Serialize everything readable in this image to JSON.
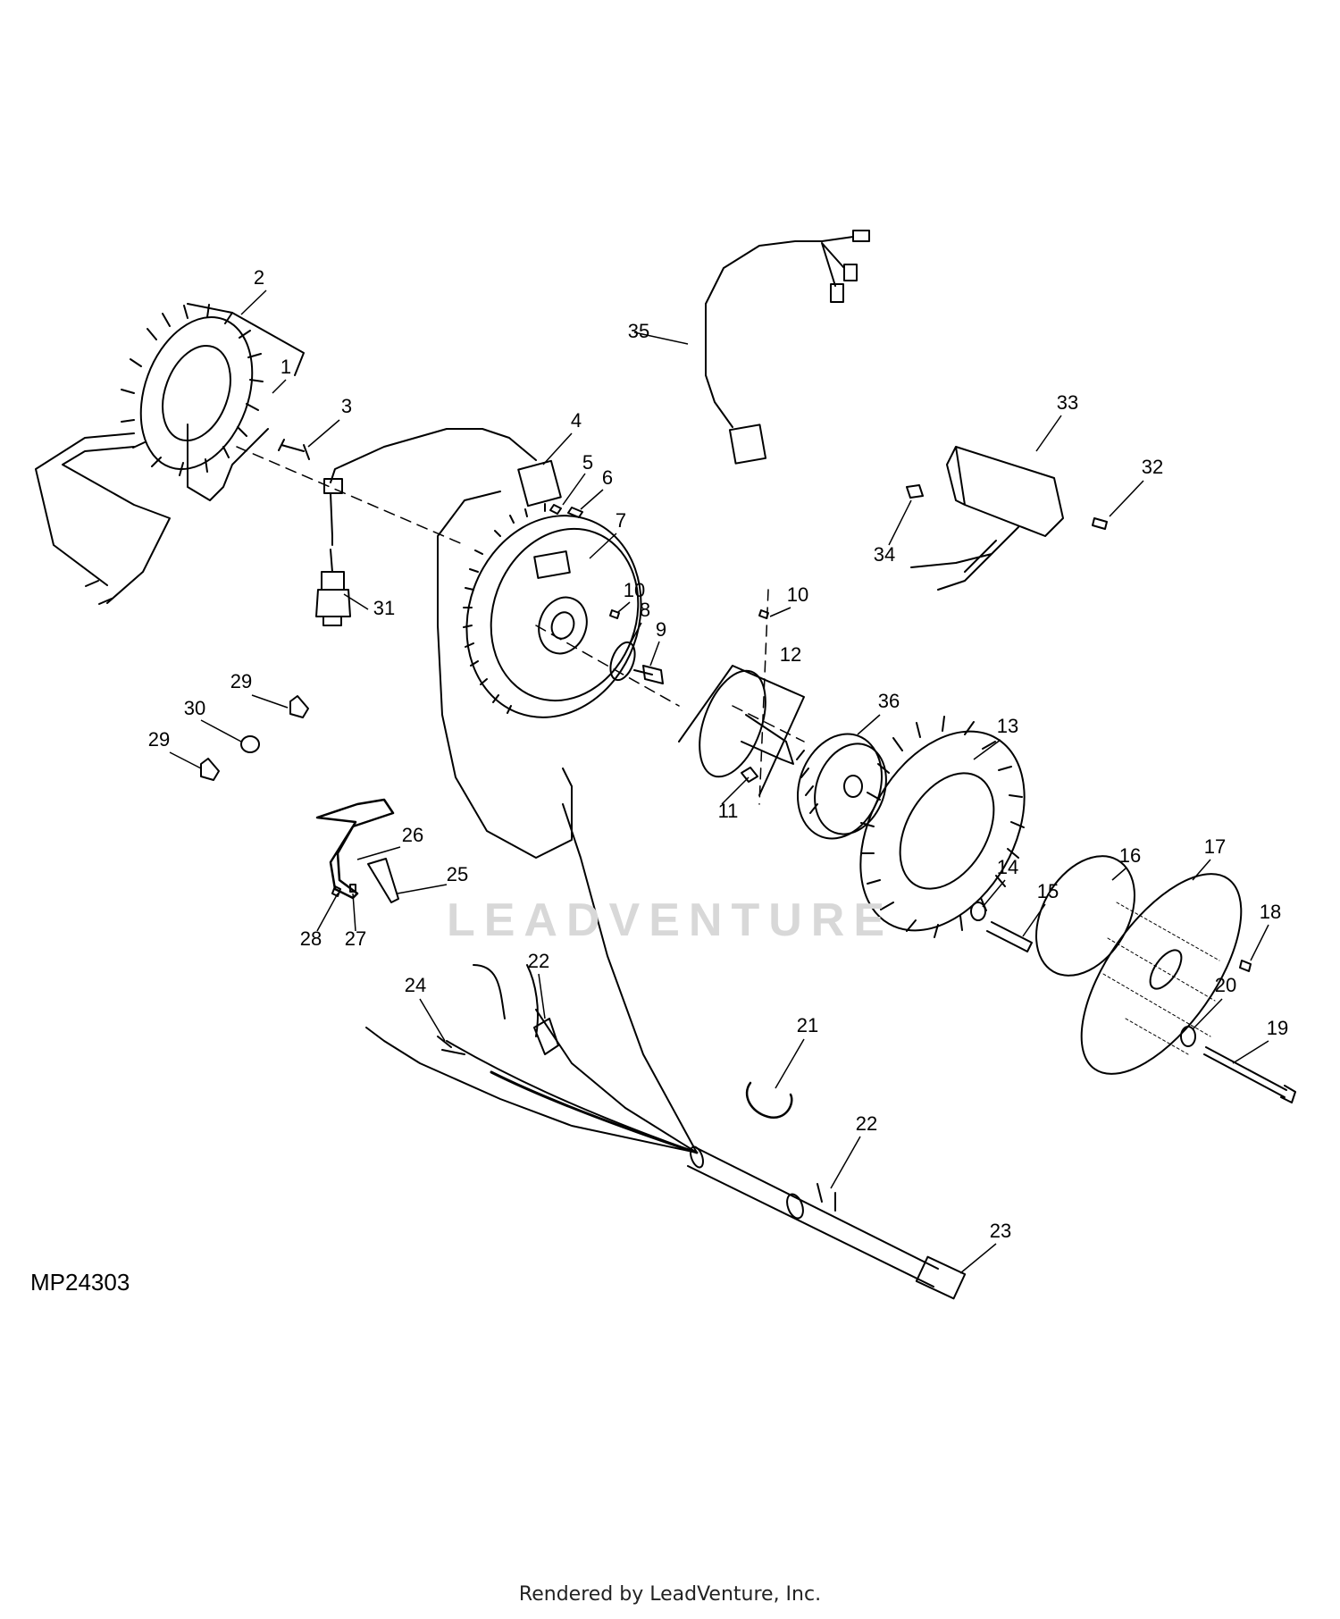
{
  "diagram": {
    "reference_code": "MP24303",
    "watermark": "LEADVENTURE",
    "footer": "Rendered by LeadVenture, Inc.",
    "callouts": [
      {
        "label": "2"
      },
      {
        "label": "1"
      },
      {
        "label": "3"
      },
      {
        "label": "4"
      },
      {
        "label": "5"
      },
      {
        "label": "6"
      },
      {
        "label": "7"
      },
      {
        "label": "10"
      },
      {
        "label": "8"
      },
      {
        "label": "9"
      },
      {
        "label": "10"
      },
      {
        "label": "12"
      },
      {
        "label": "35"
      },
      {
        "label": "33"
      },
      {
        "label": "32"
      },
      {
        "label": "34"
      },
      {
        "label": "31"
      },
      {
        "label": "29"
      },
      {
        "label": "30"
      },
      {
        "label": "29"
      },
      {
        "label": "36"
      },
      {
        "label": "13"
      },
      {
        "label": "11"
      },
      {
        "label": "26"
      },
      {
        "label": "25"
      },
      {
        "label": "28"
      },
      {
        "label": "27"
      },
      {
        "label": "14"
      },
      {
        "label": "15"
      },
      {
        "label": "16"
      },
      {
        "label": "17"
      },
      {
        "label": "18"
      },
      {
        "label": "22"
      },
      {
        "label": "24"
      },
      {
        "label": "20"
      },
      {
        "label": "19"
      },
      {
        "label": "21"
      },
      {
        "label": "22"
      },
      {
        "label": "23"
      }
    ]
  }
}
